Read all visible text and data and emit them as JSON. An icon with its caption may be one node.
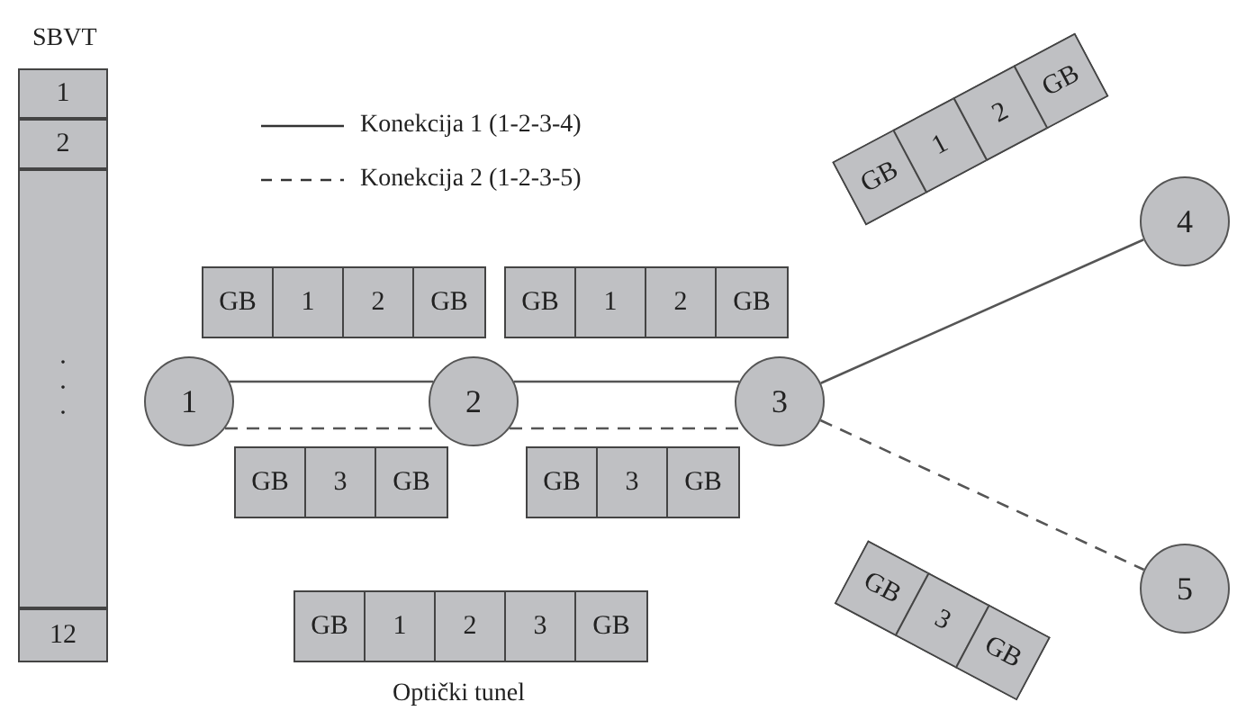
{
  "diagram": {
    "nodes": [
      {
        "text": [
          "SBVT"
        ]
      },
      {
        "text": [
          "1"
        ],
        "in": 0
      },
      {
        "text": [
          "2"
        ],
        "in": 0
      },
      {
        "text": [
          "· · ·"
        ],
        "in": 0
      },
      {
        "text": [
          "12"
        ],
        "in": 0
      },
      {
        "text": [
          "1"
        ]
      },
      {
        "text": [
          "2"
        ]
      },
      {
        "text": [
          "3"
        ]
      },
      {
        "text": [
          "4"
        ]
      },
      {
        "text": [
          "5"
        ]
      },
      {
        "text": [],
        "shape": "bar"
      },
      {
        "text": [
          "GB"
        ],
        "in": 10
      },
      {
        "text": [
          "1"
        ],
        "in": 10
      },
      {
        "text": [
          "2"
        ],
        "in": 10
      },
      {
        "text": [
          "GB"
        ],
        "in": 10
      },
      {
        "text": [],
        "shape": "bar"
      },
      {
        "text": [
          "GB"
        ],
        "in": 15
      },
      {
        "text": [
          "1"
        ],
        "in": 15
      },
      {
        "text": [
          "2"
        ],
        "in": 15
      },
      {
        "text": [
          "GB"
        ],
        "in": 15
      },
      {
        "text": [],
        "shape": "bar"
      },
      {
        "text": [
          "GB"
        ],
        "in": 20
      },
      {
        "text": [
          "3"
        ],
        "in": 20
      },
      {
        "text": [
          "GB"
        ],
        "in": 20
      },
      {
        "text": [],
        "shape": "bar"
      },
      {
        "text": [
          "GB"
        ],
        "in": 24
      },
      {
        "text": [
          "3"
        ],
        "in": 24
      },
      {
        "text": [
          "GB"
        ],
        "in": 24
      },
      {
        "text": [],
        "shape": "bar"
      },
      {
        "text": [
          "GB"
        ],
        "in": 28
      },
      {
        "text": [
          "1"
        ],
        "in": 28
      },
      {
        "text": [
          "2"
        ],
        "in": 28
      },
      {
        "text": [
          "GB"
        ],
        "in": 28
      },
      {
        "text": [],
        "shape": "bar"
      },
      {
        "text": [
          "GB"
        ],
        "in": 33
      },
      {
        "text": [
          "3"
        ],
        "in": 33
      },
      {
        "text": [
          "GB"
        ],
        "in": 33
      },
      {
        "text": [],
        "shape": "bar",
        "beside": [
          "Optički tunel"
        ]
      },
      {
        "text": [
          "GB"
        ],
        "in": 37
      },
      {
        "text": [
          "1"
        ],
        "in": 37
      },
      {
        "text": [
          "2"
        ],
        "in": 37
      },
      {
        "text": [
          "3"
        ],
        "in": 37
      },
      {
        "text": [
          "GB"
        ],
        "in": 37
      }
    ],
    "edges": [
      {
        "from": 5,
        "to": 6,
        "arrow": "none"
      },
      {
        "from": 6,
        "to": 7,
        "arrow": "none"
      },
      {
        "from": 7,
        "to": 8,
        "arrow": "none"
      },
      {
        "from": 5,
        "to": 6,
        "arrow": "none",
        "style": "dashed"
      },
      {
        "from": 6,
        "to": 7,
        "arrow": "none",
        "style": "dashed"
      },
      {
        "from": 7,
        "to": 9,
        "arrow": "none",
        "style": "dashed"
      }
    ],
    "legend": [
      {
        "text": "Konekcija 1 (1-2-3-4)"
      },
      {
        "text": "Konekcija 2 (1-2-3-5)"
      }
    ]
  }
}
